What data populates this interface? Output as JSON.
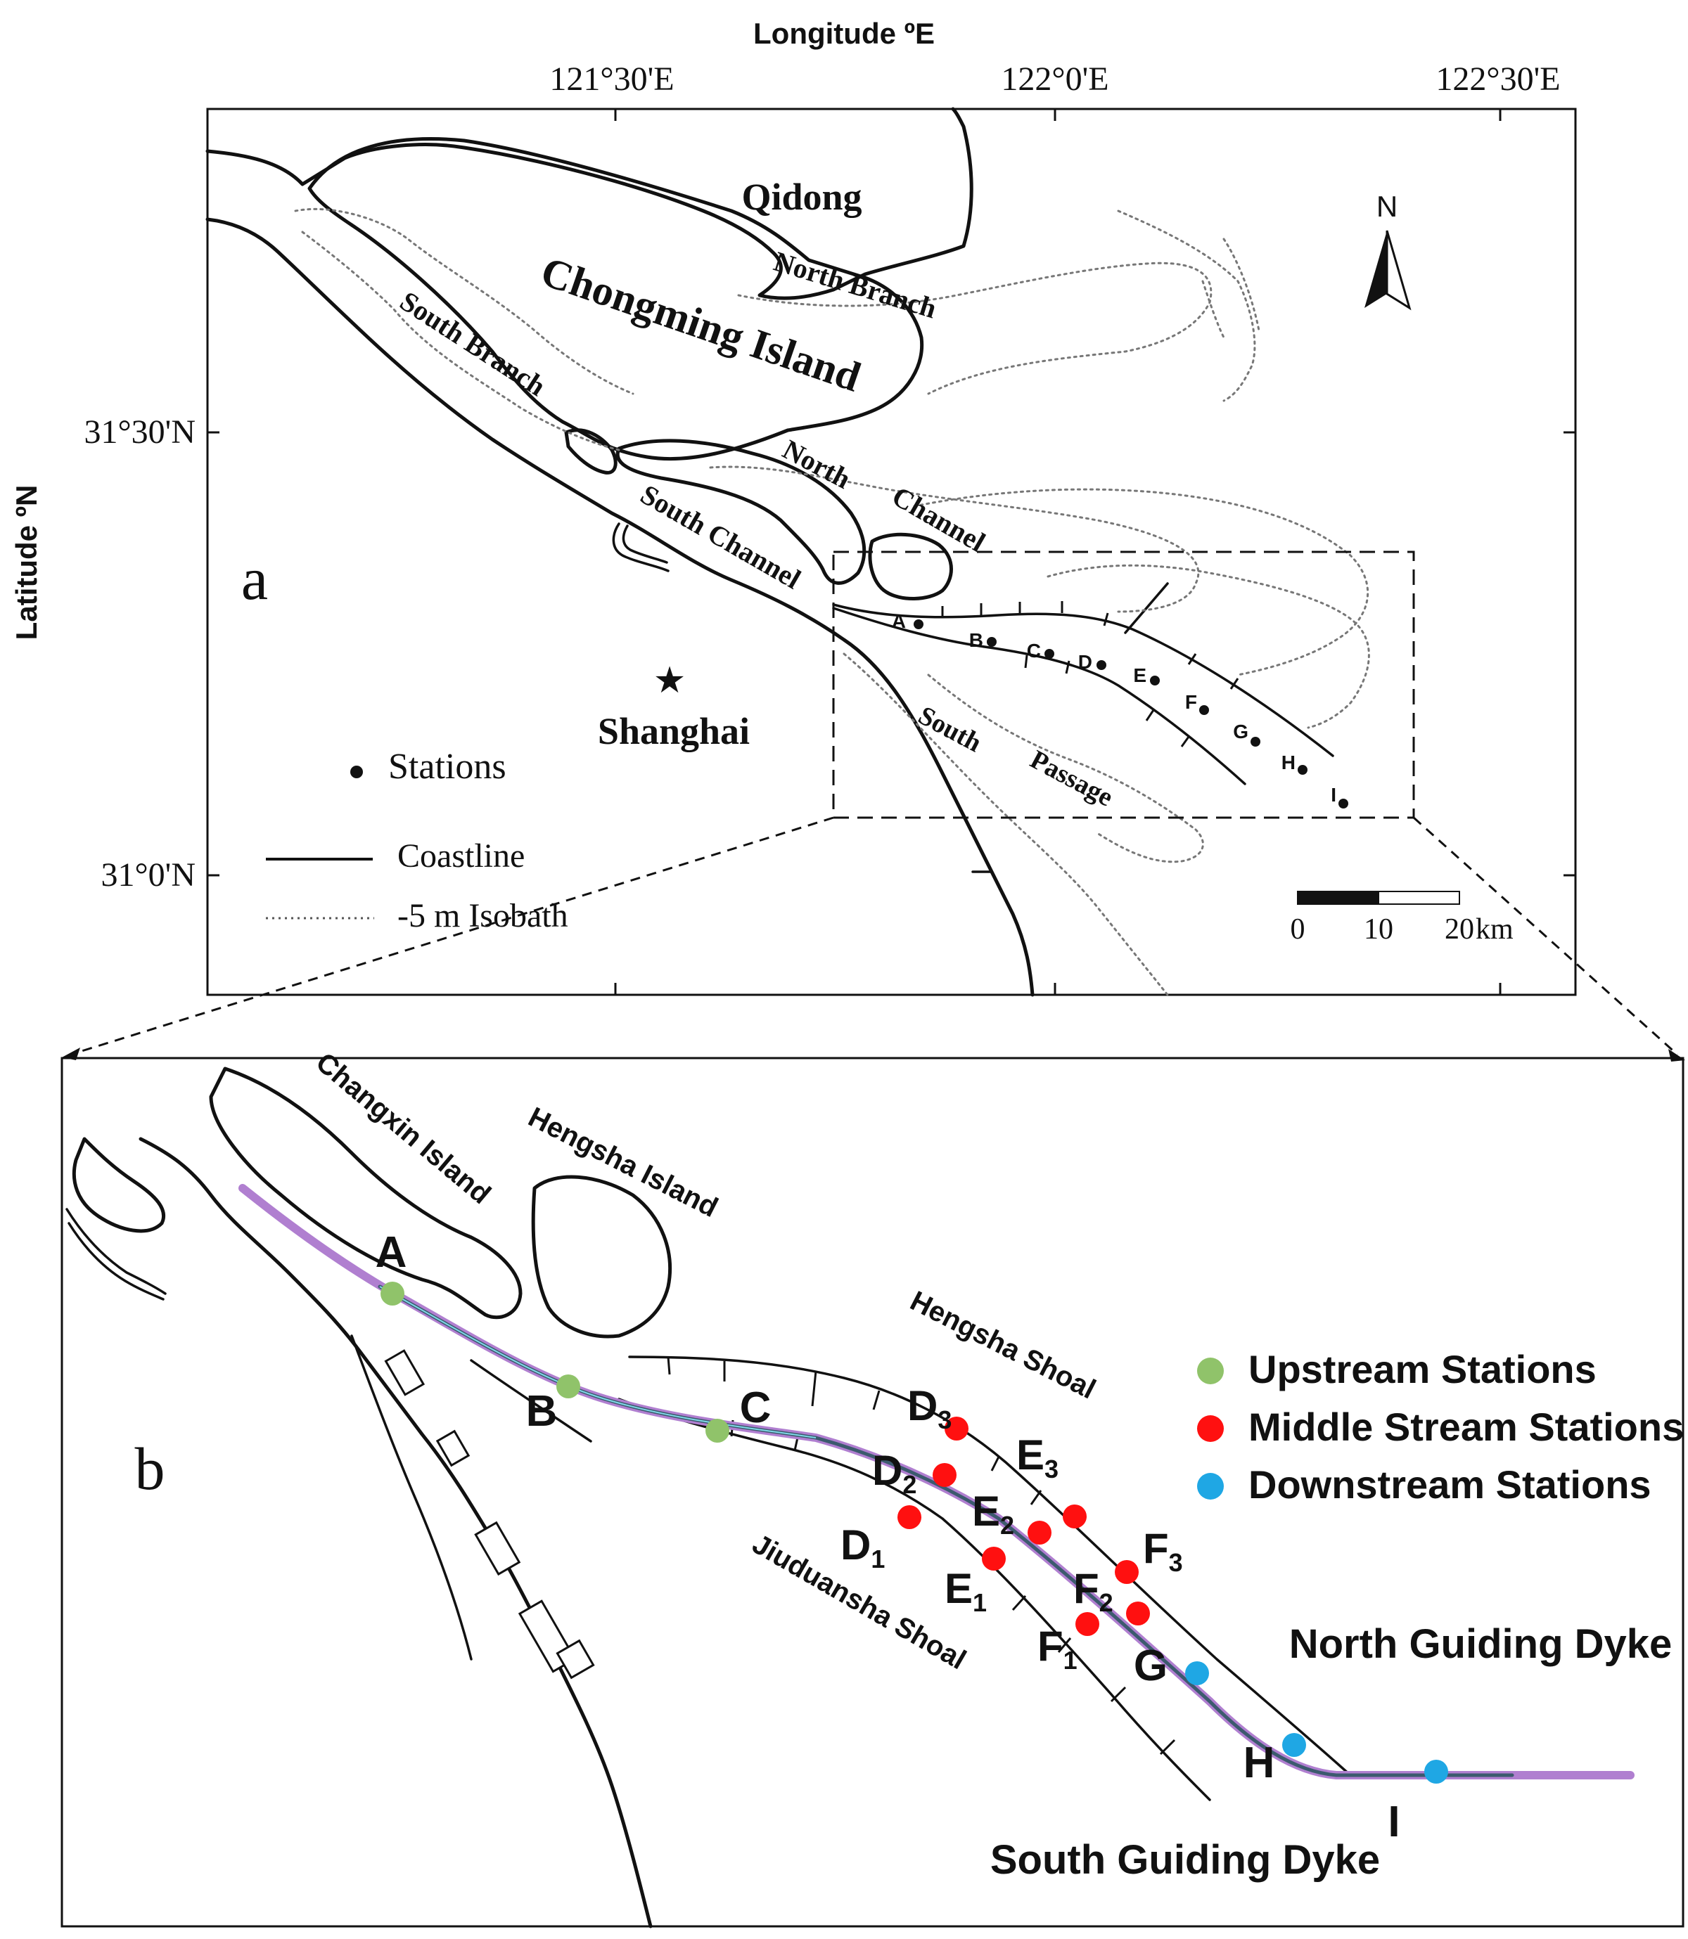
{
  "panel_a": {
    "label": "a",
    "x_axis_title": "Longitude ºE",
    "y_axis_title": "Latitude ºN",
    "lon_ticks": [
      "121°30'E",
      "122°0'E",
      "122°30'E"
    ],
    "lat_ticks": [
      "31°30'N",
      "31°0'N"
    ],
    "north_label": "N",
    "places": {
      "qidong": "Qidong",
      "chongming": "Chongming Island",
      "north_branch": "North Branch",
      "south_branch": "South Branch",
      "north_channel_1": "North",
      "north_channel_2": "Channel",
      "south_channel": "South Channel",
      "south_passage_1": "South",
      "south_passage_2": "Passage",
      "shanghai": "Shanghai"
    },
    "stations": [
      "A",
      "B",
      "C",
      "D",
      "E",
      "F",
      "G",
      "H",
      "I"
    ],
    "legend": {
      "stations": "Stations",
      "coastline": "Coastline",
      "isobath": "-5 m Isobath"
    },
    "scale_bar": {
      "ticks": [
        "0",
        "10",
        "20"
      ],
      "unit": "km"
    }
  },
  "panel_b": {
    "label": "b",
    "places": {
      "changxin": "Changxin Island",
      "hengsha": "Hengsha Island",
      "hengsha_shoal": "Hengsha Shoal",
      "jiuduansha_shoal": "Jiuduansha Shoal",
      "north_dyke": "North Guiding Dyke",
      "south_dyke": "South Guiding Dyke"
    },
    "legend": [
      {
        "label": "Upstream Stations",
        "color": "#90c36a"
      },
      {
        "label": "Middle Stream Stations",
        "color": "#ff1010"
      },
      {
        "label": "Downstream Stations",
        "color": "#1fa7e4"
      }
    ],
    "stations": {
      "A": "A",
      "B": "B",
      "C": "C",
      "D1": "D",
      "D1_sub": "1",
      "D2": "D",
      "D2_sub": "2",
      "D3": "D",
      "D3_sub": "3",
      "E1": "E",
      "E1_sub": "1",
      "E2": "E",
      "E2_sub": "2",
      "E3": "E",
      "E3_sub": "3",
      "F1": "F",
      "F1_sub": "1",
      "F2": "F",
      "F2_sub": "2",
      "F3": "F",
      "F3_sub": "3",
      "G": "G",
      "H": "H",
      "I": "I"
    }
  }
}
